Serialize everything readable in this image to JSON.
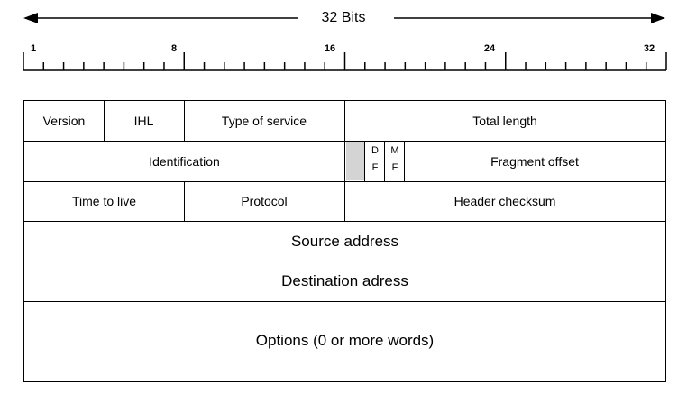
{
  "scale": {
    "label": "32 Bits",
    "ticks": [
      "1",
      "8",
      "16",
      "24",
      "32"
    ]
  },
  "header": {
    "row1": {
      "version": "Version",
      "ihl": "IHL",
      "type_of_service": "Type of service",
      "total_length": "Total length"
    },
    "row2": {
      "identification": "Identification",
      "df_top": "D",
      "df_bottom": "F",
      "mf_top": "M",
      "mf_bottom": "F",
      "fragment_offset": "Fragment offset"
    },
    "row3": {
      "time_to_live": "Time to live",
      "protocol": "Protocol",
      "header_checksum": "Header checksum"
    },
    "source_address": "Source address",
    "destination_address": "Destination adress",
    "options": "Options (0 or more words)"
  },
  "colors": {
    "line": "#000000",
    "reserved_bit_fill": "#d4d4d4",
    "background": "#ffffff"
  }
}
